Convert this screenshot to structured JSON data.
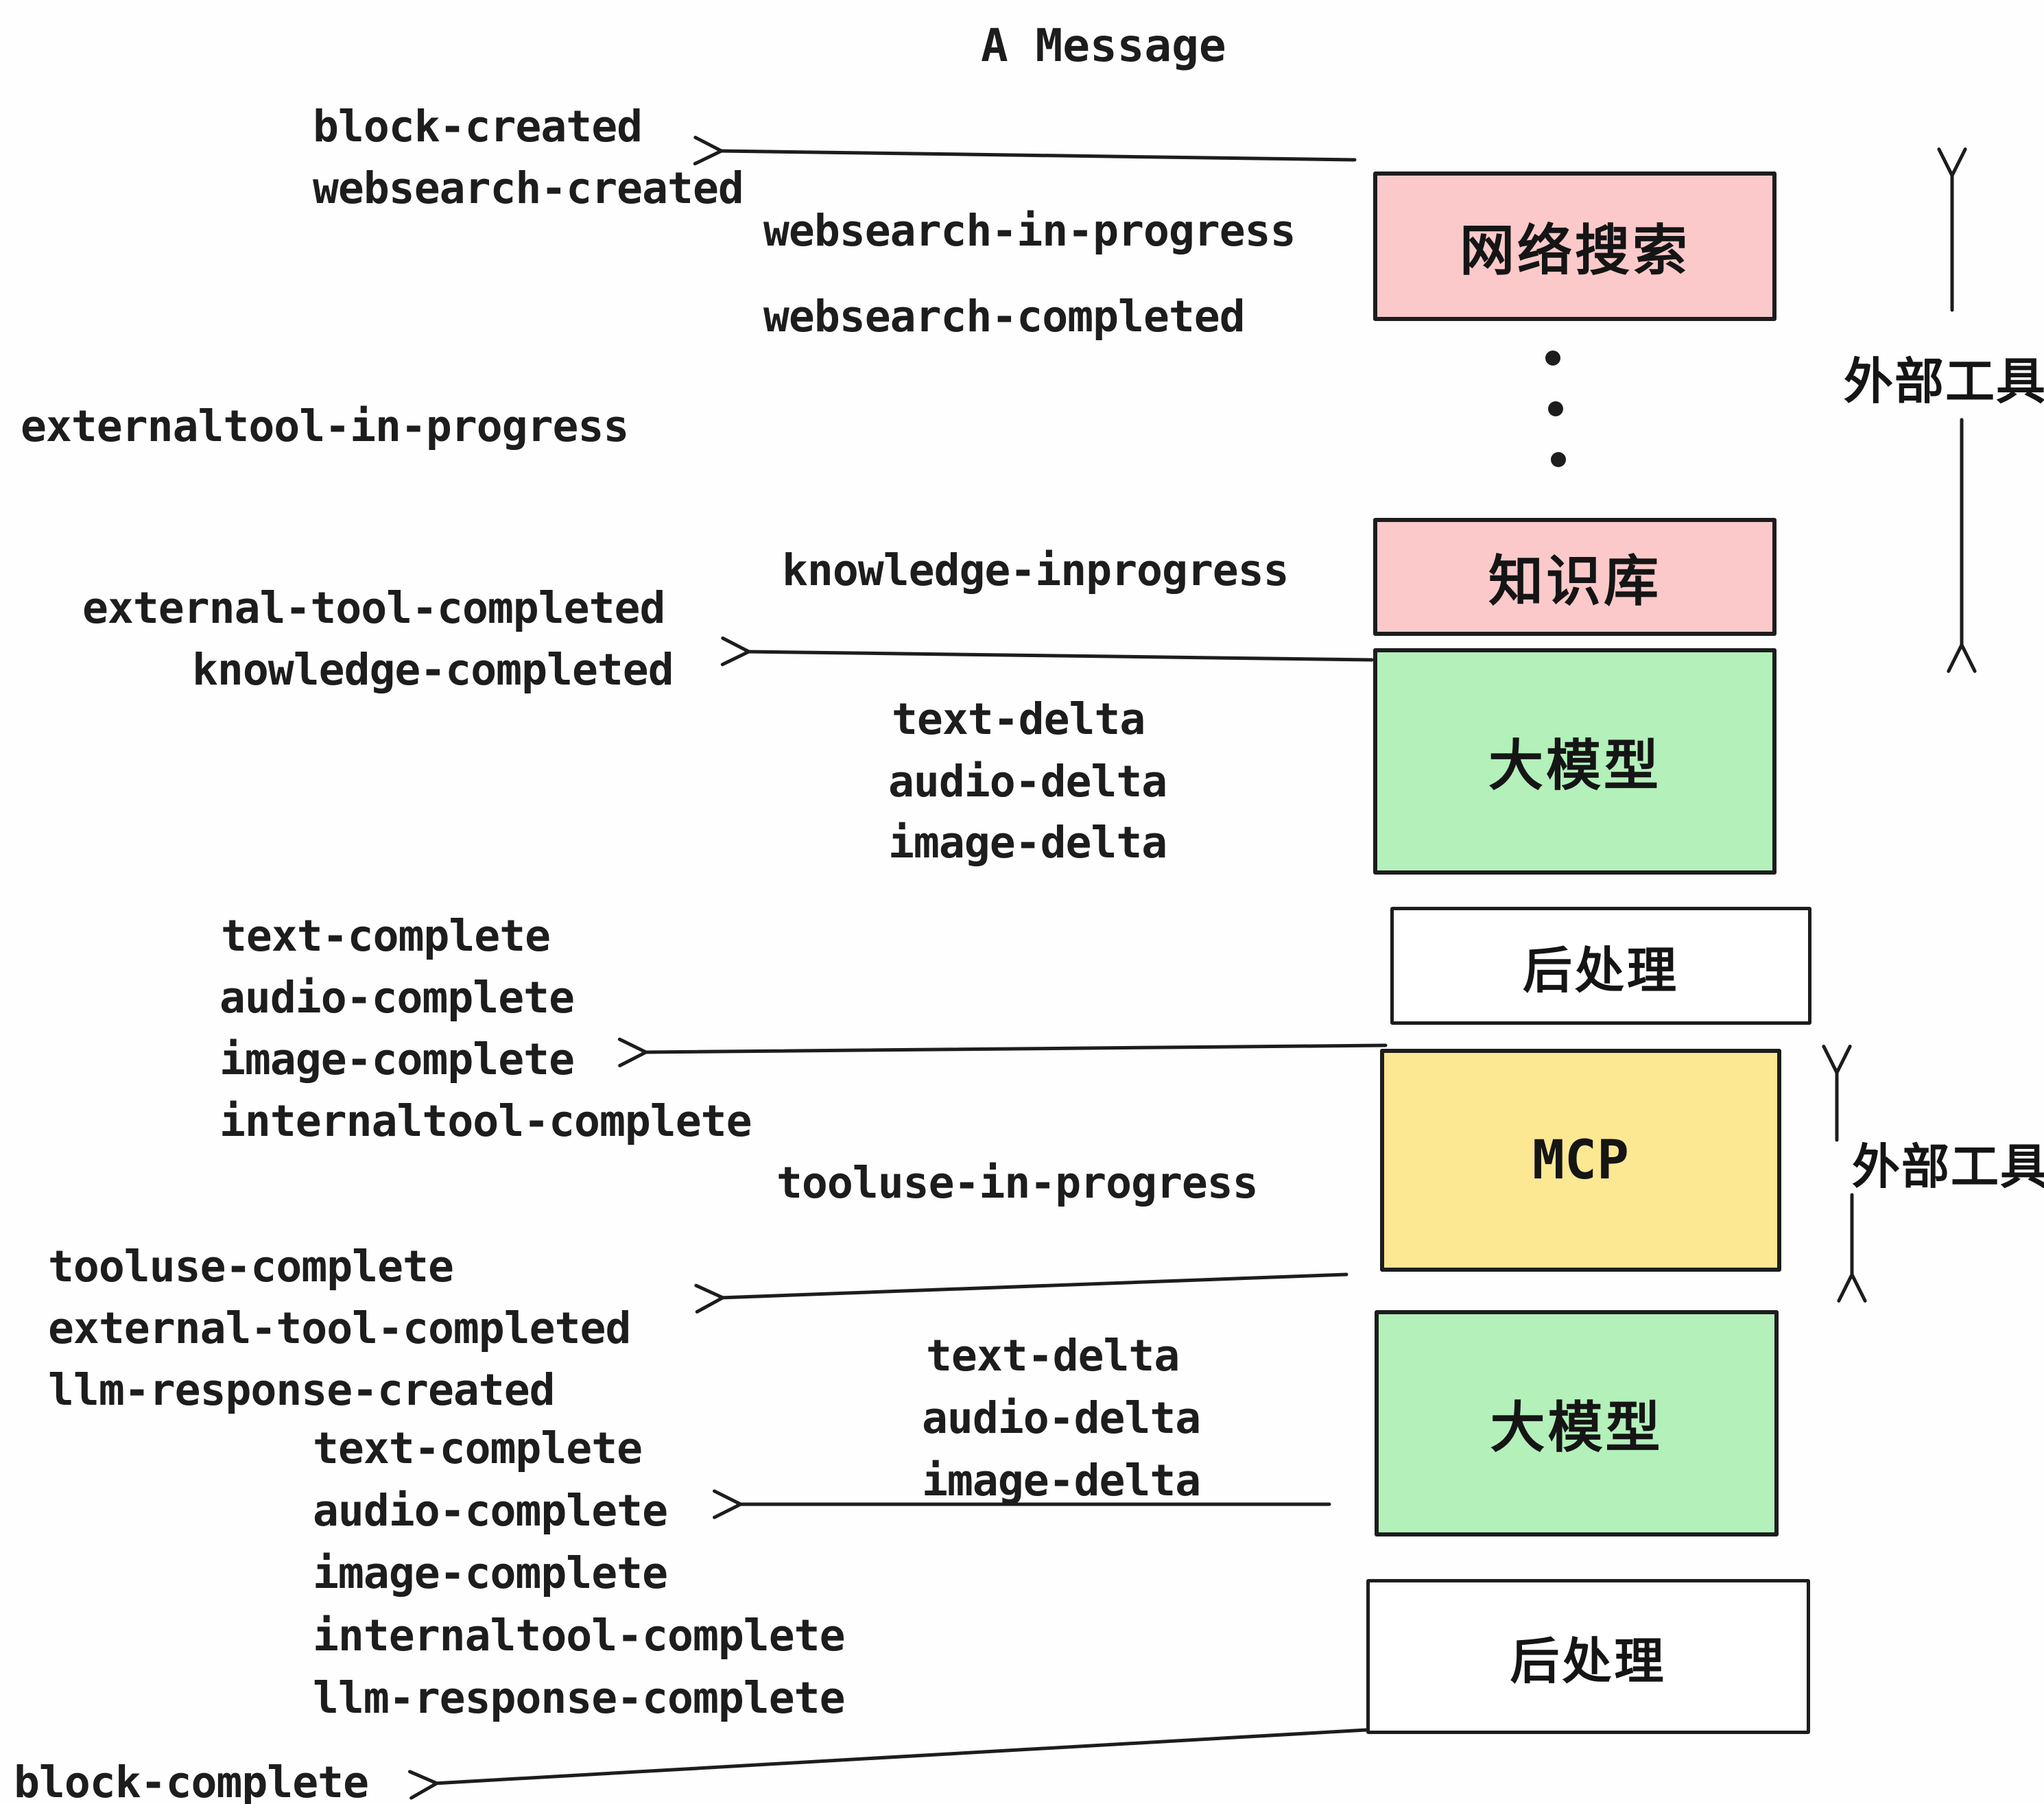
{
  "title": "A Message",
  "colors": {
    "ink": "#1d1d1d",
    "pink": "#fbc9c9",
    "green": "#b3f0ba",
    "yellow": "#fce893",
    "white": "#ffffff",
    "background": "#fefefe"
  },
  "boxes": {
    "websearch": {
      "label": "网络搜索",
      "color": "#fbc9c9"
    },
    "knowledge": {
      "label": "知识库",
      "color": "#fbc9c9"
    },
    "llm1": {
      "label": "大模型",
      "color": "#b3f0ba"
    },
    "post1": {
      "label": "后处理",
      "color": "#ffffff"
    },
    "mcp": {
      "label": "MCP",
      "color": "#fce893"
    },
    "llm2": {
      "label": "大模型",
      "color": "#b3f0ba"
    },
    "post2": {
      "label": "后处理",
      "color": "#ffffff"
    }
  },
  "side_labels": {
    "external_tools_top": "外部工具",
    "external_tools_mid": "外部工具"
  },
  "events": {
    "block_created": "block-created",
    "websearch_created": "websearch-created",
    "websearch_in_progress": "websearch-in-progress",
    "websearch_completed": "websearch-completed",
    "externaltool_in_progress": "externaltool-in-progress",
    "knowledge_inprogress": "knowledge-inprogress",
    "external_tool_completed_1": "external-tool-completed",
    "knowledge_completed": "knowledge-completed",
    "text_delta_1": "text-delta",
    "audio_delta_1": "audio-delta",
    "image_delta_1": "image-delta",
    "text_complete_1": "text-complete",
    "audio_complete_1": "audio-complete",
    "image_complete_1": "image-complete",
    "internaltool_complete_1": "internaltool-complete",
    "tooluse_in_progress": "tooluse-in-progress",
    "tooluse_complete": "tooluse-complete",
    "external_tool_completed_2": "external-tool-completed",
    "llm_response_created": "llm-response-created",
    "text_delta_2": "text-delta",
    "audio_delta_2": "audio-delta",
    "image_delta_2": "image-delta",
    "text_complete_2": "text-complete",
    "audio_complete_2": "audio-complete",
    "image_complete_2": "image-complete",
    "internaltool_complete_2": "internaltool-complete",
    "llm_response_complete": "llm-response-complete",
    "block_complete": "block-complete"
  }
}
